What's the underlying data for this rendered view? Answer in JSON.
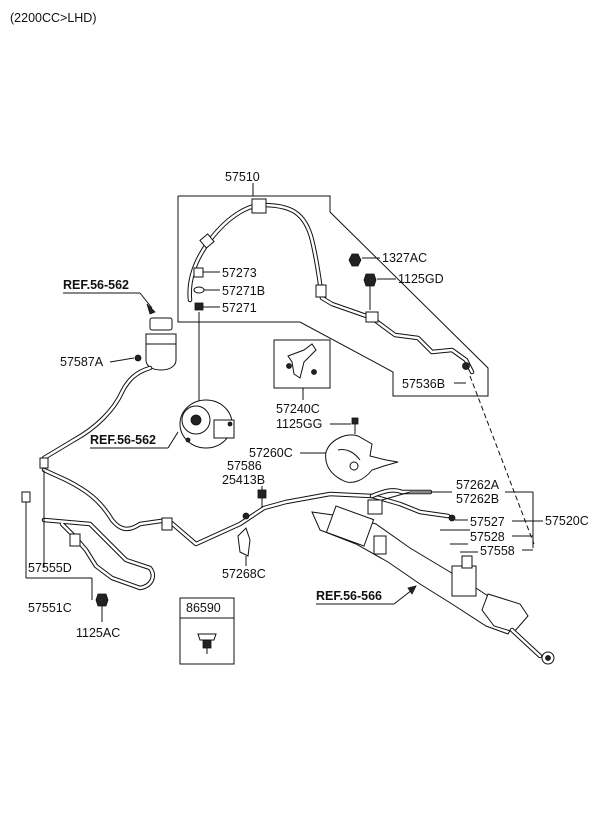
{
  "header": {
    "variant": "(2200CC>LHD)"
  },
  "labels": {
    "p57510": "57510",
    "p57273": "57273",
    "p57271B": "57271B",
    "p57271": "57271",
    "p1327AC": "1327AC",
    "p1125GD": "1125GD",
    "p57536B": "57536B",
    "p57240C": "57240C",
    "p1125GG": "1125GG",
    "p57260C": "57260C",
    "p57587A": "57587A",
    "p57586": "57586",
    "p25413B": "25413B",
    "p57262A": "57262A",
    "p57262B": "57262B",
    "p57520C": "57520C",
    "p57527": "57527",
    "p57528": "57528",
    "p57558": "57558",
    "p57268C": "57268C",
    "p57555D": "57555D",
    "p57551C": "57551C",
    "p1125AC": "1125AC",
    "p86590": "86590"
  },
  "refs": {
    "ref_reservoir": "REF.56-562",
    "ref_pump": "REF.56-562",
    "ref_gear": "REF.56-566"
  }
}
